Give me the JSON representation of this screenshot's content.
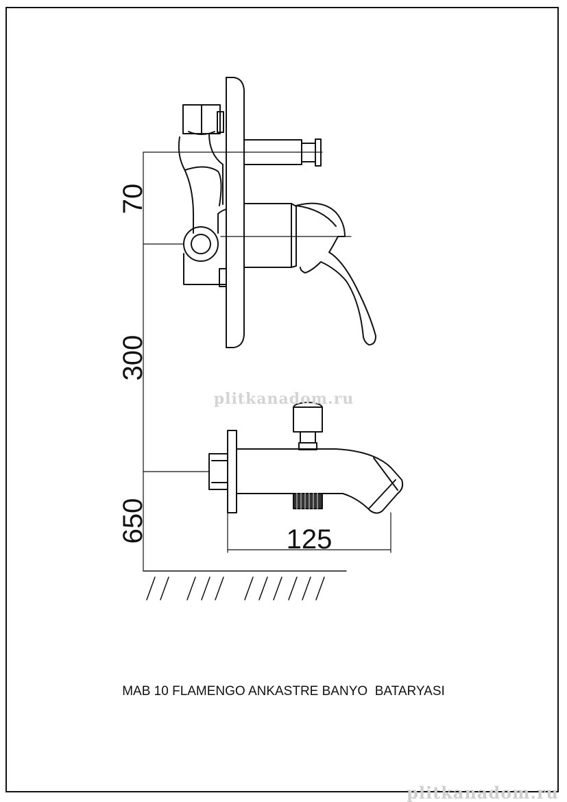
{
  "dimensions": {
    "d70": "70",
    "d300": "300",
    "d650": "650",
    "d125": "125"
  },
  "watermark": {
    "center": "plitkanadom.ru",
    "bottom": "plitkanadom.ru"
  },
  "caption": "MAB 10 FLAMENGO ANKASTRE BANYO  BATARYASI",
  "colors": {
    "line": "#111111",
    "watermark": "#d4d4d4"
  }
}
